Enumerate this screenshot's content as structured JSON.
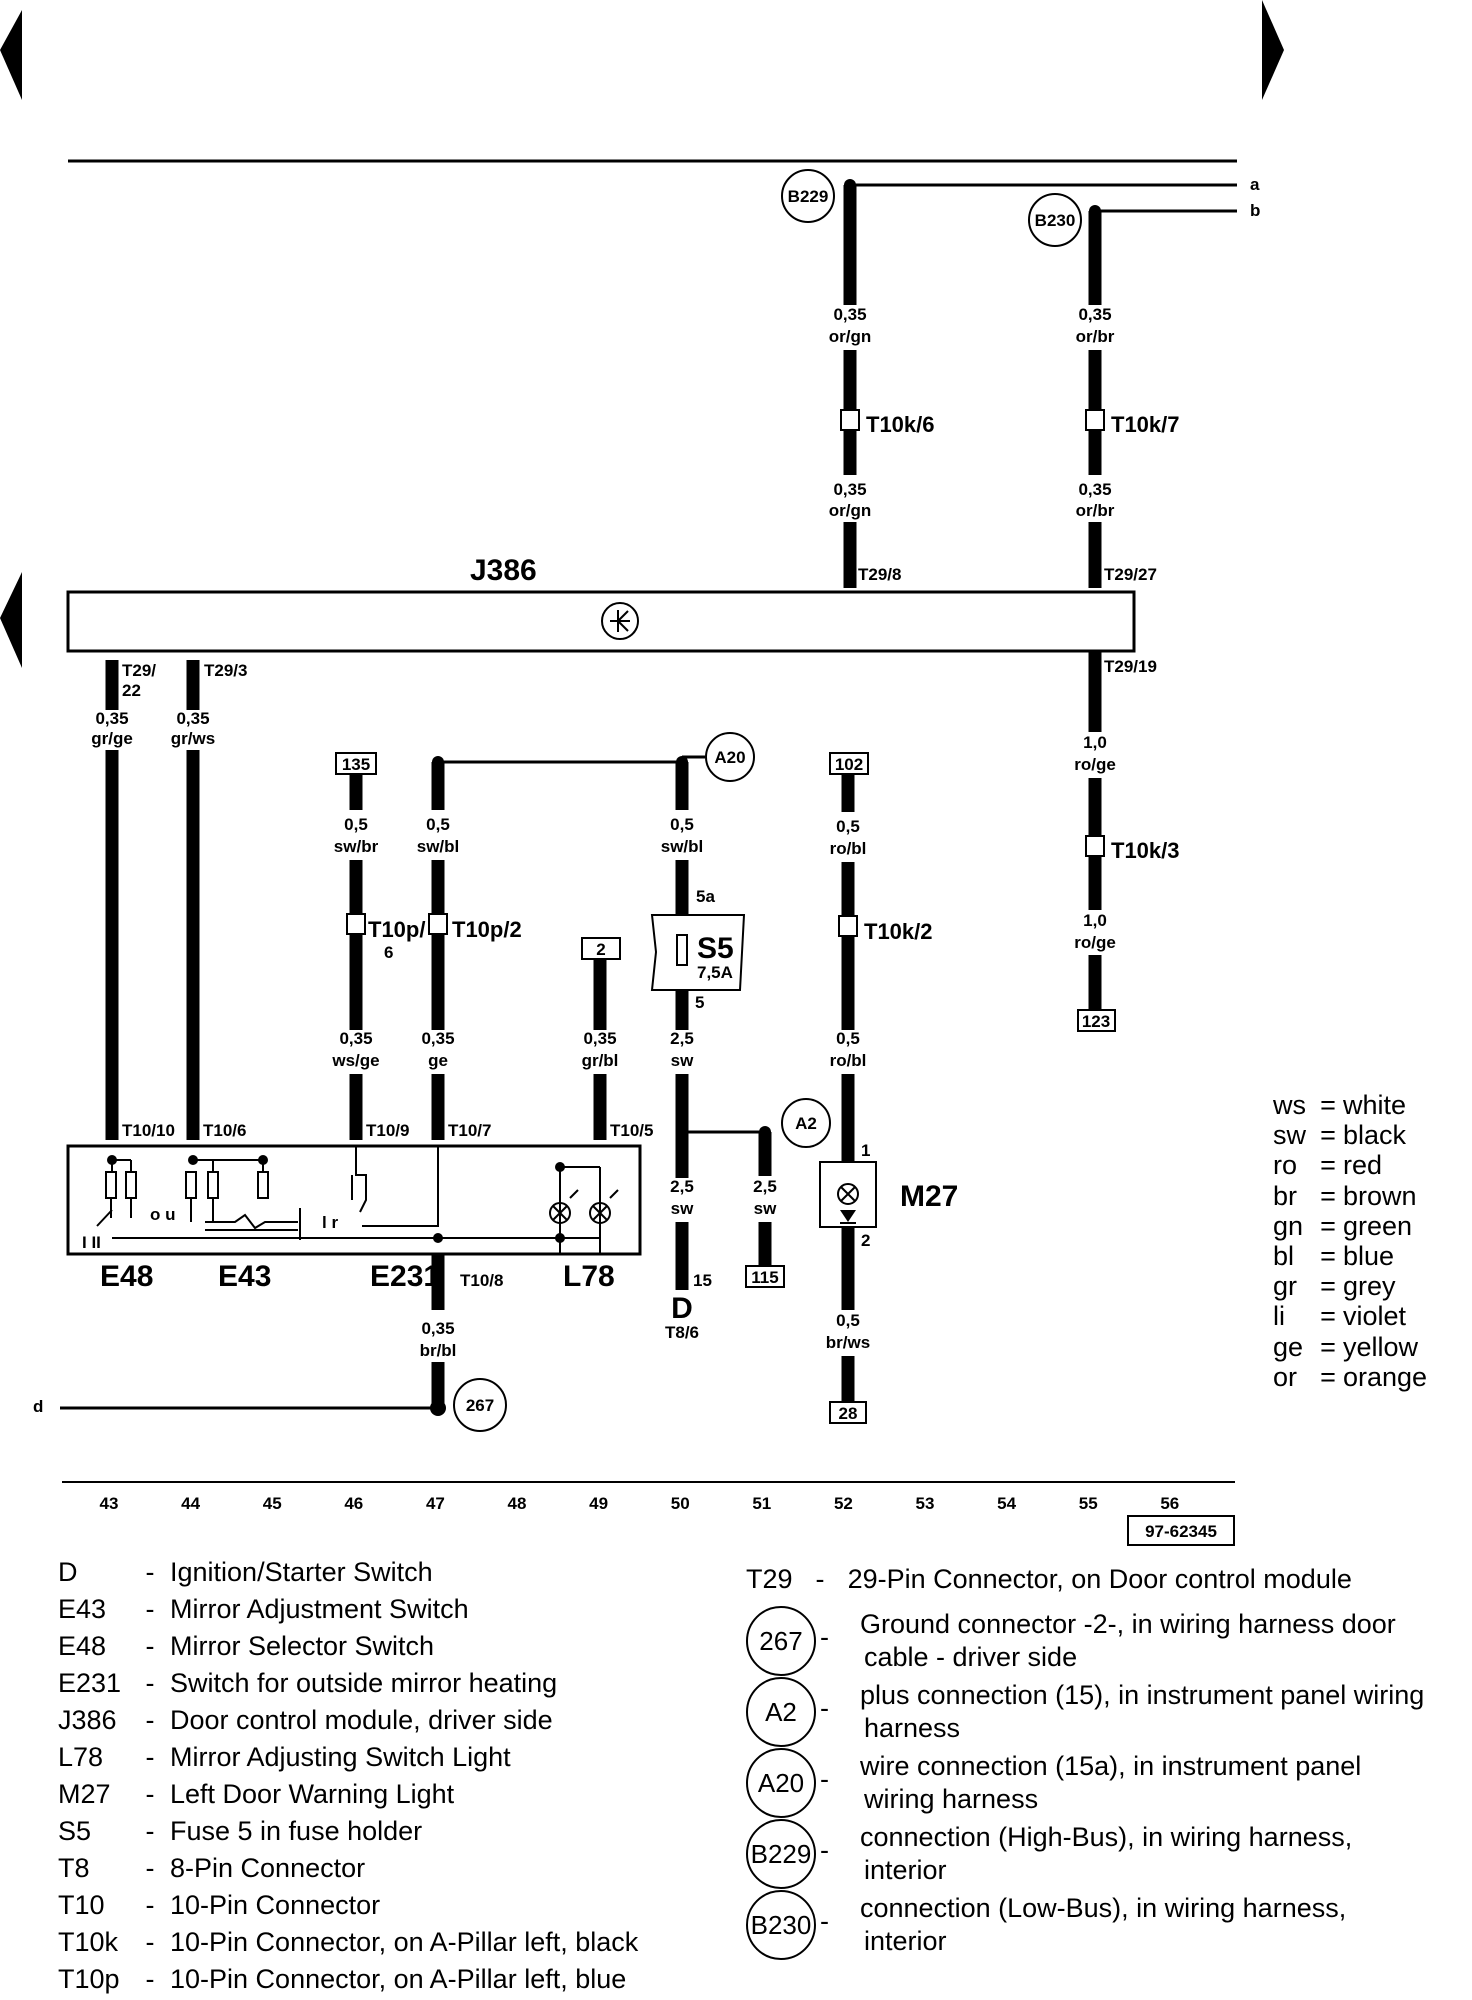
{
  "wires": {
    "b229_top": {
      "size": "0,35",
      "color": "or/gn"
    },
    "b229_mid": {
      "size": "0,35",
      "color": "or/gn"
    },
    "b230_top": {
      "size": "0,35",
      "color": "or/br"
    },
    "b230_mid": {
      "size": "0,35",
      "color": "or/br"
    },
    "t29_22": {
      "size": "0,35",
      "color": "gr/ge"
    },
    "t29_3": {
      "size": "0,35",
      "color": "gr/ws"
    },
    "w135_top": {
      "size": "0,5",
      "color": "sw/br"
    },
    "w135_bot": {
      "size": "0,35",
      "color": "ws/ge"
    },
    "w47_top": {
      "size": "0,5",
      "color": "sw/bl"
    },
    "w47_bot": {
      "size": "0,35",
      "color": "ge"
    },
    "w49": {
      "size": "0,35",
      "color": "gr/bl"
    },
    "w50_top": {
      "size": "0,5",
      "color": "sw/bl"
    },
    "w50_bot": {
      "size": "2,5",
      "color": "sw"
    },
    "w50_low": {
      "size": "2,5",
      "color": "sw"
    },
    "w51": {
      "size": "2,5",
      "color": "sw"
    },
    "w52_top": {
      "size": "0,5",
      "color": "ro/bl"
    },
    "w52_mid": {
      "size": "0,5",
      "color": "ro/bl"
    },
    "w52_bot": {
      "size": "0,5",
      "color": "br/ws"
    },
    "t29_19_top": {
      "size": "1,0",
      "color": "ro/ge"
    },
    "t29_19_bot": {
      "size": "1,0",
      "color": "ro/ge"
    },
    "ground": {
      "size": "0,35",
      "color": "br/bl"
    }
  },
  "pins": {
    "t29_8": "T29/8",
    "t29_27": "T29/27",
    "t29_22a": "T29/",
    "t29_22b": "22",
    "t29_3": "T29/3",
    "t29_19": "T29/19",
    "t10_10": "T10/10",
    "t10_6": "T10/6",
    "t10_9": "T10/9",
    "t10_7": "T10/7",
    "t10_5": "T10/5",
    "t10_8": "T10/8",
    "s5_in": "5a",
    "s5_out": "5",
    "m27_in": "1",
    "m27_out": "2",
    "d_pin": "15",
    "d_sub": "T8/6",
    "t10k6": "T10k/6",
    "t10k7": "T10k/7",
    "t10k3": "T10k/3",
    "t10k2": "T10k/2",
    "t10p6a": "T10p/",
    "t10p6b": "6",
    "t10p2": "T10p/2"
  },
  "components": {
    "j386": "J386",
    "e48": "E48",
    "e43": "E43",
    "e231": "E231",
    "l78": "L78",
    "m27": "M27",
    "s5": "S5",
    "s5_rating": "7,5A",
    "d": "D",
    "e48_marks": "I II",
    "e43_marks": "o u",
    "e231_marks": "l r"
  },
  "connectors": {
    "b229": "B229",
    "b230": "B230",
    "a20": "A20",
    "a2": "A2",
    "g267": "267"
  },
  "boxes": {
    "b135": "135",
    "b102": "102",
    "b2": "2",
    "b123": "123",
    "b115": "115",
    "b28": "28"
  },
  "line_labels": {
    "a": "a",
    "b": "b",
    "d": "d"
  },
  "columns": [
    "43",
    "44",
    "45",
    "46",
    "47",
    "48",
    "49",
    "50",
    "51",
    "52",
    "53",
    "54",
    "55",
    "56"
  ],
  "doc_number": "97-62345",
  "legend_left": [
    {
      "code": "D",
      "desc": "Ignition/Starter Switch"
    },
    {
      "code": "E43",
      "desc": "Mirror Adjustment Switch"
    },
    {
      "code": "E48",
      "desc": "Mirror Selector Switch"
    },
    {
      "code": "E231",
      "desc": "Switch for outside mirror heating"
    },
    {
      "code": "J386",
      "desc": "Door control module, driver side"
    },
    {
      "code": "L78",
      "desc": "Mirror Adjusting Switch Light"
    },
    {
      "code": "M27",
      "desc": "Left Door Warning Light"
    },
    {
      "code": "S5",
      "desc": "Fuse 5 in fuse holder"
    },
    {
      "code": "T8",
      "desc": "8-Pin Connector"
    },
    {
      "code": "T10",
      "desc": "10-Pin Connector"
    },
    {
      "code": "T10k",
      "desc": "10-Pin Connector, on A-Pillar left, black"
    },
    {
      "code": "T10p",
      "desc": "10-Pin Connector, on A-Pillar left, blue"
    }
  ],
  "legend_right": {
    "t29": {
      "code": "T29",
      "desc": "29-Pin Connector, on Door control module"
    },
    "items": [
      {
        "id": "267",
        "line1": "Ground connector -2-, in wiring harness door",
        "line2": "cable - driver side"
      },
      {
        "id": "A2",
        "line1": "plus connection (15), in instrument panel wiring",
        "line2": "harness"
      },
      {
        "id": "A20",
        "line1": "wire connection (15a), in instrument panel",
        "line2": "wiring harness"
      },
      {
        "id": "B229",
        "line1": "connection (High-Bus), in wiring harness,",
        "line2": "interior"
      },
      {
        "id": "B230",
        "line1": "connection (Low-Bus), in wiring harness,",
        "line2": "interior"
      }
    ]
  },
  "color_codes": [
    {
      "abbr": "ws",
      "name": "white"
    },
    {
      "abbr": "sw",
      "name": "black"
    },
    {
      "abbr": "ro",
      "name": "red"
    },
    {
      "abbr": "br",
      "name": "brown"
    },
    {
      "abbr": "gn",
      "name": "green"
    },
    {
      "abbr": "bl",
      "name": "blue"
    },
    {
      "abbr": "gr",
      "name": "grey"
    },
    {
      "abbr": "li",
      "name": "violet"
    },
    {
      "abbr": "ge",
      "name": "yellow"
    },
    {
      "abbr": "or",
      "name": "orange"
    }
  ]
}
